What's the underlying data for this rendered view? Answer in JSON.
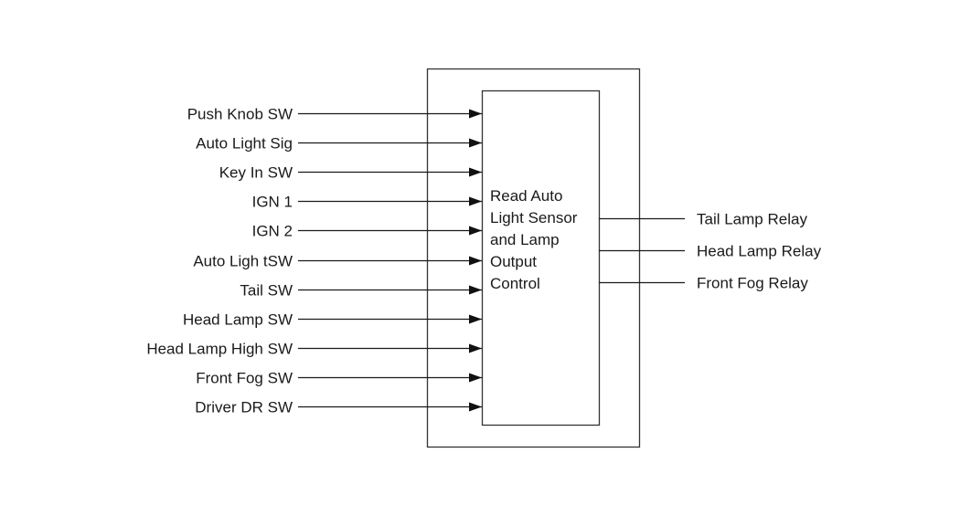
{
  "diagram": {
    "outer_box_label": "",
    "block": {
      "label_lines": [
        "Read Auto",
        "Light Sensor",
        "and Lamp",
        "Output",
        "Control"
      ]
    },
    "inputs": [
      {
        "label": "Push Knob SW"
      },
      {
        "label": "Auto Light Sig"
      },
      {
        "label": "Key In SW"
      },
      {
        "label": "IGN 1"
      },
      {
        "label": "IGN 2"
      },
      {
        "label": "Auto Ligh tSW"
      },
      {
        "label": "Tail SW"
      },
      {
        "label": "Head Lamp SW"
      },
      {
        "label": "Head Lamp High SW"
      },
      {
        "label": "Front Fog SW"
      },
      {
        "label": "Driver DR SW"
      }
    ],
    "outputs": [
      {
        "label": "Tail Lamp Relay"
      },
      {
        "label": "Head Lamp Relay"
      },
      {
        "label": "Front Fog Relay"
      }
    ],
    "colors": {
      "line": "#1a1a1a",
      "background": "#ffffff"
    }
  }
}
